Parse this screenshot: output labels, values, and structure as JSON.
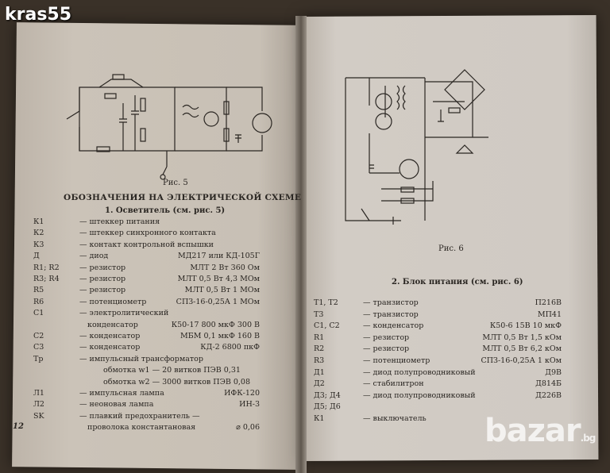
{
  "watermarks": {
    "top_left": "kras55",
    "bottom_right": "bazar",
    "bottom_right_tld": ".bg"
  },
  "left_page": {
    "figure_caption": "Рис. 5",
    "heading": "ОБОЗНАЧЕНИЯ НА ЭЛЕКТРИЧЕСКОЙ СХЕМЕ",
    "section": "1. Осветитель (см. рис. 5)",
    "rows": [
      {
        "d": "К1",
        "t": "— штеккер питания",
        "v": ""
      },
      {
        "d": "К2",
        "t": "— штеккер синхронного контакта",
        "v": ""
      },
      {
        "d": "К3",
        "t": "— контакт контрольной вспышки",
        "v": ""
      },
      {
        "d": "Д",
        "t": "— диод",
        "v": "МД217 или КД-105Г"
      },
      {
        "d": "R1; R2",
        "t": "— резистор",
        "v": "МЛТ 2 Вт 360 Ом"
      },
      {
        "d": "R3; R4",
        "t": "— резистор",
        "v": "МЛТ 0,5 Вт 4,3 МОм"
      },
      {
        "d": "R5",
        "t": "— резистор",
        "v": "МЛТ 0,5 Вт 1 МОм"
      },
      {
        "d": "R6",
        "t": "— потенциометр",
        "v": "СПЗ-16-0,25А 1 МОм"
      },
      {
        "d": "С1",
        "t": "— электролитический",
        "v": ""
      },
      {
        "d": "",
        "t": "конденсатор",
        "v": "К50-17 800 мкФ 300 В"
      },
      {
        "d": "С2",
        "t": "— конденсатор",
        "v": "МБМ 0,1 мкФ 160 В"
      },
      {
        "d": "С3",
        "t": "— конденсатор",
        "v": "КД-2 6800 пкФ"
      },
      {
        "d": "Тр",
        "t": "— импульсный трансформатор",
        "v": ""
      },
      {
        "d": "",
        "t": "обмотка w1 — 20 витков ПЭВ 0,31",
        "v": ""
      },
      {
        "d": "",
        "t": "обмотка w2 — 3000 витков ПЭВ 0,08",
        "v": ""
      },
      {
        "d": "Л1",
        "t": "— импульсная лампа",
        "v": "ИФК-120"
      },
      {
        "d": "Л2",
        "t": "— неоновая лампа",
        "v": "ИН-3"
      },
      {
        "d": "SK",
        "t": "— плавкий предохранитель —",
        "v": ""
      },
      {
        "d": "",
        "t": "проволока константановая",
        "v": "⌀ 0,06"
      }
    ],
    "page_number": "12"
  },
  "right_page": {
    "figure_caption": "Рис. 6",
    "section": "2. Блок питания (см. рис. 6)",
    "rows": [
      {
        "d": "Т1, Т2",
        "t": "— транзистор",
        "v": "П216В"
      },
      {
        "d": "Т3",
        "t": "— транзистор",
        "v": "МП41"
      },
      {
        "d": "С1, С2",
        "t": "— конденсатор",
        "v": "К50-6 15В 10 мкФ"
      },
      {
        "d": "R1",
        "t": "— резистор",
        "v": "МЛТ 0,5 Вт 1,5 кОм"
      },
      {
        "d": "R2",
        "t": "— резистор",
        "v": "МЛТ 0,5 Вт 6,2 кОм"
      },
      {
        "d": "R3",
        "t": "— потенциометр",
        "v": "СПЗ-16-0,25А 1 кОм"
      },
      {
        "d": "Д1",
        "t": "— диод полупроводниковый",
        "v": "Д9В"
      },
      {
        "d": "Д2",
        "t": "— стабилитрон",
        "v": "Д814Б"
      },
      {
        "d": "Д3; Д4",
        "t": "— диод полупроводниковый",
        "v": "Д226В"
      },
      {
        "d": "Д5; Д6",
        "t": "",
        "v": ""
      },
      {
        "d": "К1",
        "t": "— выключатель",
        "v": ""
      }
    ]
  }
}
